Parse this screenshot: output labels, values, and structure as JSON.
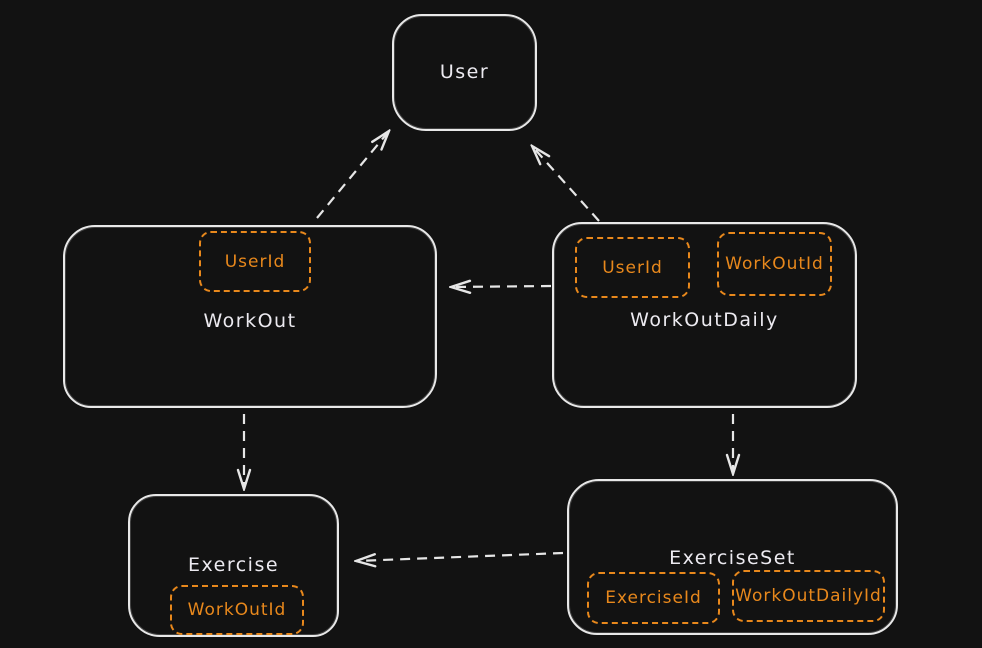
{
  "canvas": {
    "background_color": "#121212",
    "stroke_color": "#e8e8e8",
    "text_color": "#eceaf0",
    "accent_color": "#e8881c"
  },
  "entities": {
    "user": {
      "label": "User",
      "keys": {}
    },
    "workout": {
      "label": "WorkOut",
      "keys": {
        "user_id": "UserId"
      }
    },
    "workout_daily": {
      "label": "WorkOutDaily",
      "keys": {
        "user_id": "UserId",
        "workout_id": "WorkOutId"
      }
    },
    "exercise": {
      "label": "Exercise",
      "keys": {
        "workout_id": "WorkOutId"
      }
    },
    "exercise_set": {
      "label": "ExerciseSet",
      "keys": {
        "exercise_id": "ExerciseId",
        "workout_daily_id": "WorkOutDailyId"
      }
    }
  },
  "relations": [
    {
      "from": "WorkOut",
      "to": "User",
      "style": "dashed-arrow"
    },
    {
      "from": "WorkOutDaily",
      "to": "User",
      "style": "dashed-arrow"
    },
    {
      "from": "WorkOutDaily",
      "to": "WorkOut",
      "style": "dashed-arrow"
    },
    {
      "from": "WorkOut",
      "to": "Exercise",
      "style": "dashed-arrow"
    },
    {
      "from": "WorkOutDaily",
      "to": "ExerciseSet",
      "style": "dashed-arrow"
    },
    {
      "from": "ExerciseSet",
      "to": "Exercise",
      "style": "dashed-arrow"
    }
  ]
}
